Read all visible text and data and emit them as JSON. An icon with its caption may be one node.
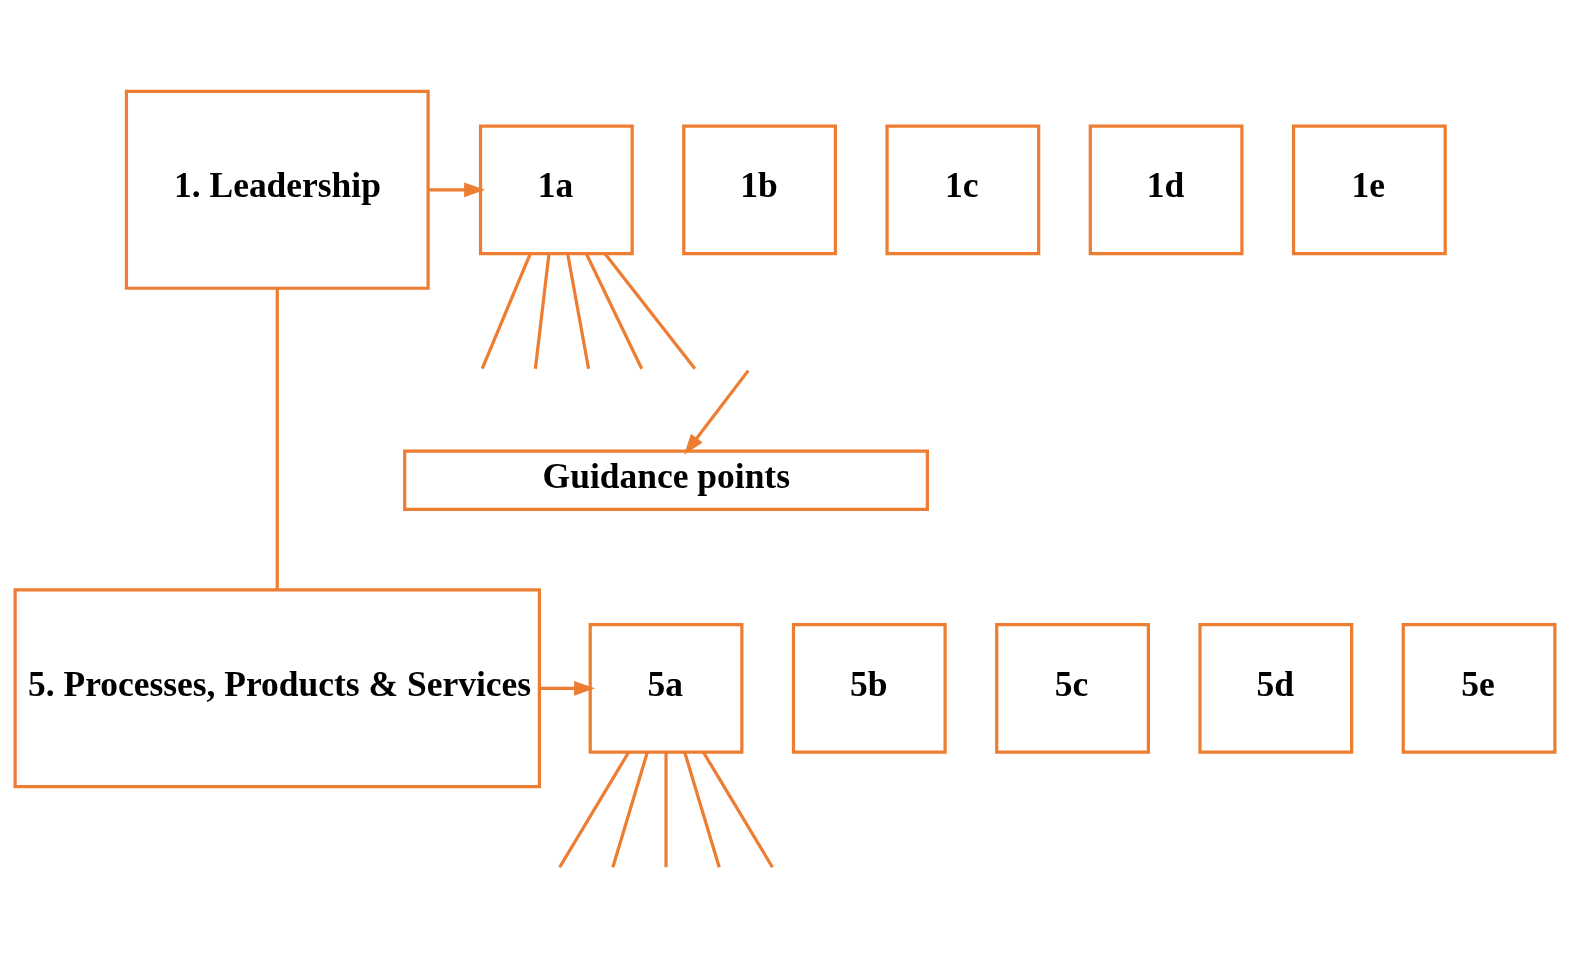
{
  "diagram": {
    "nodes": [
      {
        "text": [
          "1. Leadership"
        ]
      },
      {
        "text": [
          "1a"
        ]
      },
      {
        "text": [
          "1b"
        ]
      },
      {
        "text": [
          "1c"
        ]
      },
      {
        "text": [
          "1d"
        ]
      },
      {
        "text": [
          "1e"
        ]
      },
      {
        "text": [
          "Guidance points"
        ]
      },
      {
        "text": [
          "5. Processes, Products & Services"
        ]
      },
      {
        "text": [
          "5a"
        ]
      },
      {
        "text": [
          "5b"
        ]
      },
      {
        "text": [
          "5c"
        ]
      },
      {
        "text": [
          "5d"
        ]
      },
      {
        "text": [
          "5e"
        ]
      }
    ],
    "edges": [
      {
        "from": 0,
        "to": 7,
        "arrow": "none"
      },
      {
        "from": 0,
        "to": 1,
        "arrow": "to"
      },
      {
        "from": null,
        "to": 6,
        "arrow": "to"
      },
      {
        "from": 1,
        "to": null,
        "arrow": "none"
      },
      {
        "from": 1,
        "to": null,
        "arrow": "none"
      },
      {
        "from": 1,
        "to": null,
        "arrow": "none"
      },
      {
        "from": 1,
        "to": null,
        "arrow": "none"
      },
      {
        "from": 1,
        "to": null,
        "arrow": "none"
      },
      {
        "from": 7,
        "to": 8,
        "arrow": "to"
      },
      {
        "from": 8,
        "to": null,
        "arrow": "none"
      },
      {
        "from": 8,
        "to": null,
        "arrow": "none"
      },
      {
        "from": 8,
        "to": null,
        "arrow": "none"
      },
      {
        "from": 8,
        "to": null,
        "arrow": "none"
      },
      {
        "from": 8,
        "to": null,
        "arrow": "none"
      }
    ]
  }
}
